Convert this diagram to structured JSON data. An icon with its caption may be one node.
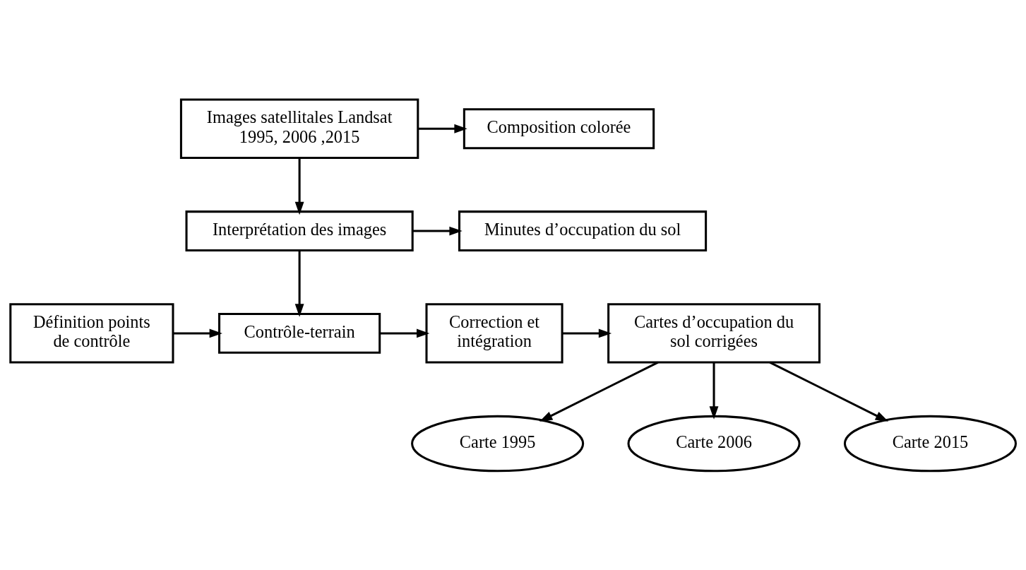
{
  "diagram": {
    "nodes": [
      {
        "text": [
          "Images satellitales Landsat 1995, 2006 ,2015"
        ]
      },
      {
        "text": [
          "Composition colorée"
        ]
      },
      {
        "text": [
          "Interprétation des images"
        ]
      },
      {
        "text": [
          "Minutes d’occupation du sol"
        ]
      },
      {
        "text": [
          "Définition points de contrôle"
        ]
      },
      {
        "text": [
          "Contrôle-terrain"
        ]
      },
      {
        "text": [
          "Correction et intégration"
        ]
      },
      {
        "text": [
          "Cartes d’occupation du sol corrigées"
        ]
      },
      {
        "text": [
          "Carte 1995"
        ]
      },
      {
        "text": [
          "Carte 2006"
        ]
      },
      {
        "text": [
          "Carte 2015"
        ]
      }
    ],
    "edges": [
      {
        "from": 0,
        "to": 1,
        "arrow": "to"
      },
      {
        "from": 0,
        "to": 2,
        "arrow": "to"
      },
      {
        "from": 2,
        "to": 3,
        "arrow": "to"
      },
      {
        "from": 2,
        "to": 5,
        "arrow": "to"
      },
      {
        "from": 4,
        "to": 5,
        "arrow": "to"
      },
      {
        "from": 5,
        "to": 6,
        "arrow": "to"
      },
      {
        "from": 6,
        "to": 7,
        "arrow": "to"
      },
      {
        "from": 7,
        "to": 8,
        "arrow": "to"
      },
      {
        "from": 7,
        "to": 9,
        "arrow": "to"
      },
      {
        "from": 7,
        "to": 10,
        "arrow": "to"
      }
    ]
  }
}
